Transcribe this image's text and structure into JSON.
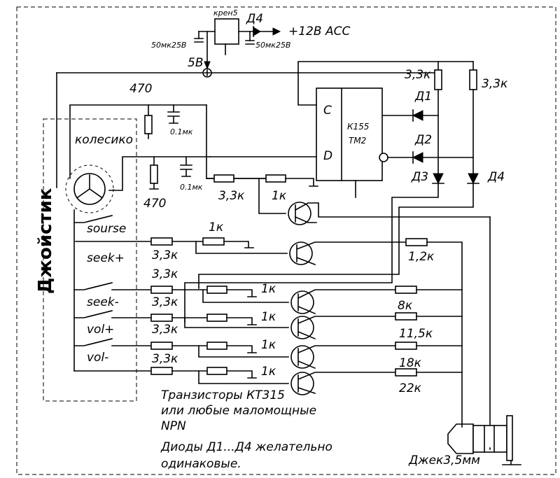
{
  "supply": {
    "regulator": "крен5",
    "diode": "Д4",
    "cap_left": "50мк25В",
    "cap_right": "50мк25В",
    "out_5v": "5В",
    "in_12v": "+12В АСС"
  },
  "wheel": {
    "label": "колесико",
    "r_top": "470",
    "c_top": "0.1мк",
    "r_bottom": "470",
    "c_bottom": "0.1мк"
  },
  "joystick": {
    "label": "Джойстик"
  },
  "ic": {
    "name_line1": "К155",
    "name_line2": "ТМ2",
    "pin_c": "C",
    "pin_d": "D"
  },
  "diodes": {
    "d1": "Д1",
    "d2": "Д2",
    "d3": "Д3",
    "d4": "Д4",
    "r_d1": "3,3к",
    "r_d4": "3,3к"
  },
  "ff_inputs": {
    "r1": "3,3к",
    "r2": "1к"
  },
  "buttons": [
    {
      "name": "sourse",
      "r_base": "3,3к",
      "r_pull": "1к",
      "r_out": "1,2к"
    },
    {
      "name": "seek+",
      "r_base": "3,3к",
      "r_pull": "1к",
      "r_out": "8к"
    },
    {
      "name": "seek-",
      "r_base": "3,3к",
      "r_pull": "1к",
      "r_out": "11,5к"
    },
    {
      "name": "vol+",
      "r_base": "3,3к",
      "r_pull": "1к",
      "r_out": "18к"
    },
    {
      "name": "vol-",
      "r_base": "3,3к",
      "r_pull": "1к",
      "r_out": "22к"
    }
  ],
  "jack": {
    "label": "Джек3,5мм"
  },
  "notes": {
    "line1": "Транзисторы КТ315",
    "line2": "или любые маломощные",
    "line3": "NPN",
    "line4": "Диоды Д1...Д4 желательно",
    "line5": "одинаковые."
  }
}
